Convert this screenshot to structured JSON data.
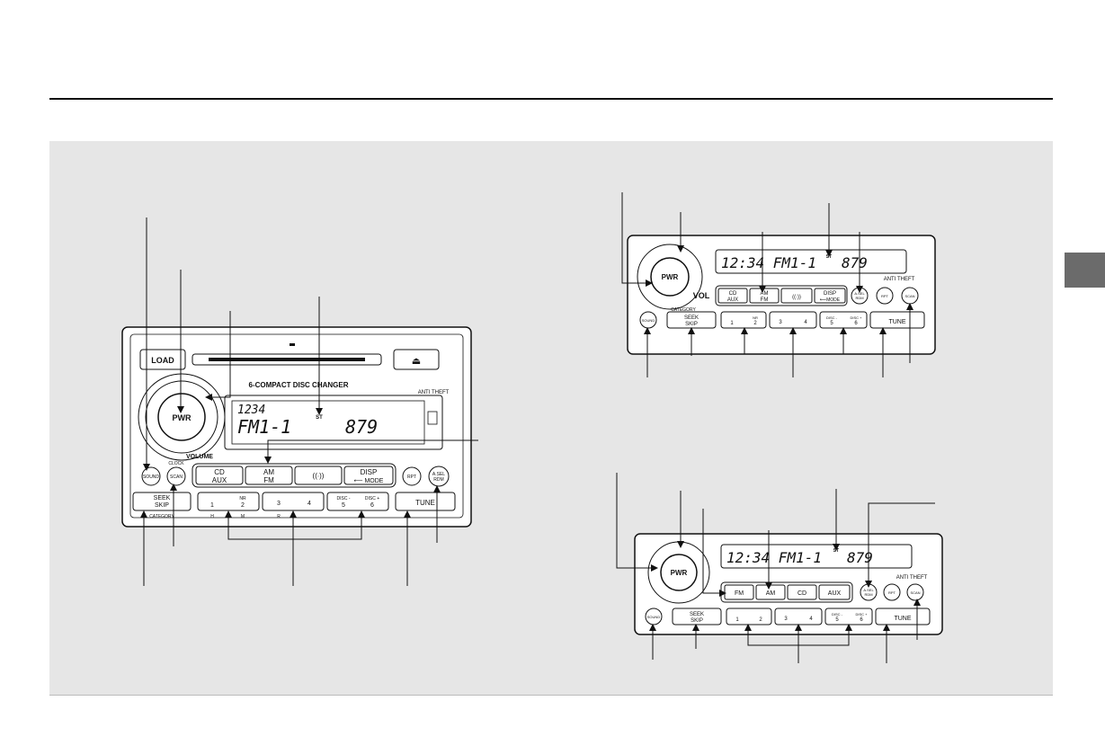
{
  "figure": {
    "colors": {
      "panel": "#e6e6e6",
      "side_tab": "#6b6b6b",
      "ink": "#111111"
    }
  },
  "radio_a": {
    "load": "LOAD",
    "changer": "6-COMPACT DISC CHANGER",
    "anti_theft": "ANTI THEFT",
    "pwr": "PWR",
    "volume": "VOLUME",
    "clock": "CLOCK",
    "display_line1": "1234",
    "display_line2": "FM1-1",
    "display_freq": "879",
    "st": "ST",
    "sound": "SOUND",
    "scan": "SCAN",
    "cd": "CD",
    "aux": "AUX",
    "am": "AM",
    "fm": "FM",
    "disp": "DISP",
    "mode": "⟵ MODE",
    "rpt": "RPT",
    "asel": "A.SEL",
    "rdm": "RDM",
    "seek": "SEEK",
    "skip": "SKIP",
    "category": "CATEGORY",
    "nr": "NR",
    "disc_minus": "DISC -",
    "disc_plus": "DISC +",
    "tune": "TUNE",
    "presets": [
      "1",
      "2",
      "3",
      "4",
      "5",
      "6"
    ],
    "sub_labels": [
      "H",
      "M",
      "R"
    ]
  },
  "radio_b": {
    "display": "12:34 FM1-1",
    "display_freq": "879",
    "st": "ST",
    "pwr": "PWR",
    "vol": "VOL",
    "anti_theft": "ANTI THEFT",
    "category": "CATEGORY",
    "cd": "CD",
    "aux": "AUX",
    "am": "AM",
    "fm": "FM",
    "disp": "DISP",
    "mode": "⟵MODE",
    "asel": "A.SEL",
    "rdm": "RDM",
    "rpt": "RPT",
    "scan": "SCAN",
    "sound": "SOUND",
    "seek": "SEEK",
    "skip": "SKIP",
    "nr": "NR",
    "disc_minus": "DISC -",
    "disc_plus": "DISC +",
    "tune": "TUNE",
    "presets": [
      "1",
      "2",
      "3",
      "4",
      "5",
      "6"
    ]
  },
  "radio_c": {
    "display": "12:34 FM1-1",
    "display_freq": "879",
    "st": "ST",
    "pwr": "PWR",
    "anti_theft": "ANTI THEFT",
    "fm": "FM",
    "am": "AM",
    "cd": "CD",
    "aux": "AUX",
    "asel": "A.SEL",
    "rdm": "RDM",
    "rpt": "RPT",
    "scan": "SCAN",
    "sound": "SOUND",
    "seek": "SEEK",
    "skip": "SKIP",
    "disc_minus": "DISC -",
    "disc_plus": "DISC +",
    "tune": "TUNE",
    "presets": [
      "1",
      "2",
      "3",
      "4",
      "5",
      "6"
    ]
  }
}
